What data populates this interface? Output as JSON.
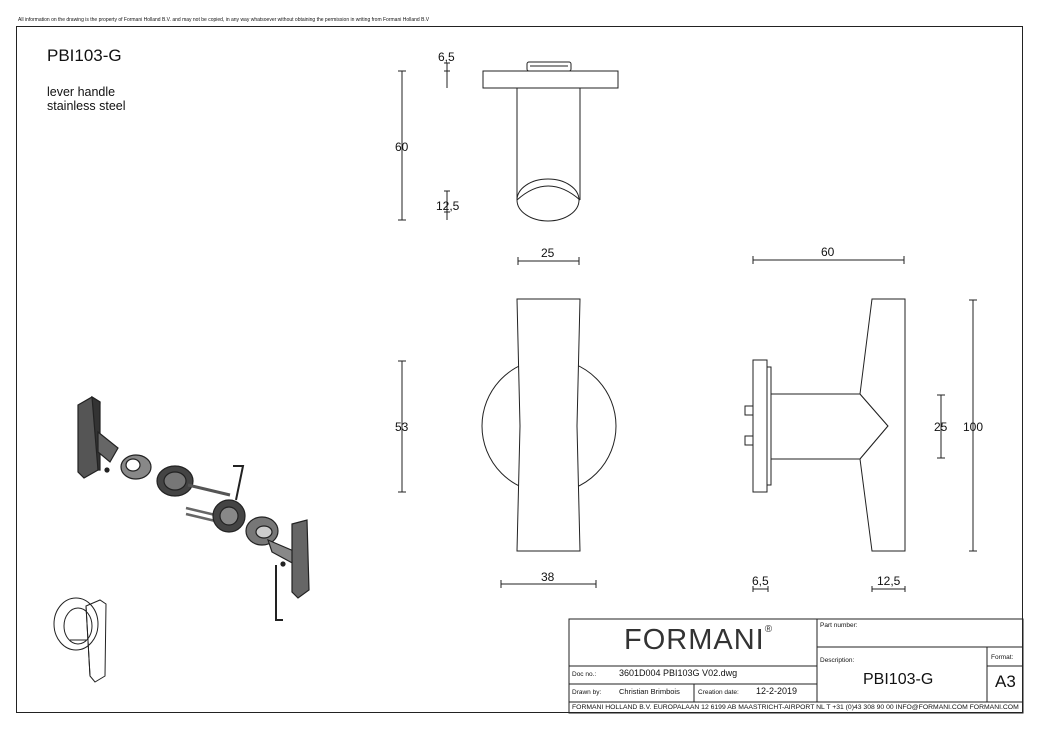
{
  "sheet": {
    "notice": "All information on the drawing is the property of Formani Holland B.V. and may not be copied, in any way whatsoever without obtaining the permission in writing from Formani Holland B.V",
    "part_code": "PBI103-G",
    "description_line1": "lever handle",
    "description_line2": "stainless steel"
  },
  "dimensions": {
    "top_rose_thickness": "6,5",
    "top_height": "60",
    "top_end": "12,5",
    "front_width": "25",
    "front_height": "53",
    "front_rose_diameter": "38",
    "side_width": "60",
    "side_inner_height": "25",
    "side_height": "100",
    "side_rose": "6,5",
    "side_end": "12,5"
  },
  "title_block": {
    "brand": "FORMANI",
    "brand_mark": "®",
    "part_number_label": "Part number:",
    "part_number_value": "",
    "description_label": "Description:",
    "description_value": "PBI103-G",
    "format_label": "Format:",
    "format_value": "A3",
    "doc_no_label": "Doc no.:",
    "doc_no_value": "3601D004 PBI103G V02.dwg",
    "drawn_by_label": "Drawn by:",
    "drawn_by_value": "Christian Brimbois",
    "creation_date_label": "Creation date:",
    "creation_date_value": "12-2-2019",
    "footer": "FORMANI HOLLAND B.V.  EUROPALAAN 12  6199 AB MAASTRICHT-AIRPORT NL  T +31 (0)43 308 90 00 INFO@FORMANI.COM FORMANI.COM"
  }
}
